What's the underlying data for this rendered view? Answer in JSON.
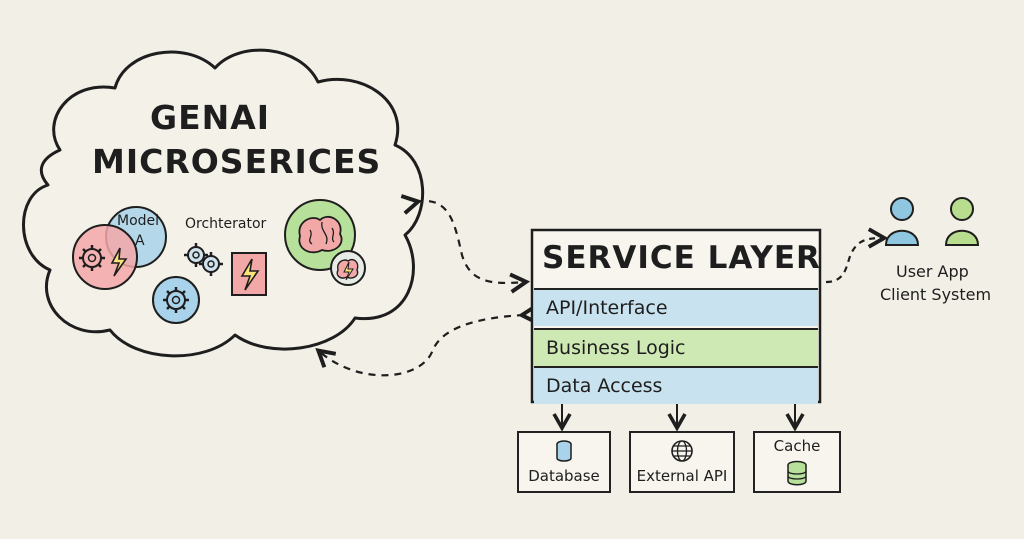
{
  "cloud": {
    "title_line1": "GENAI",
    "title_line2": "MICROSERICES",
    "model_label_line1": "Model",
    "model_label_line2": "A",
    "orchestrator_label": "Orchterator"
  },
  "service_layer": {
    "title": "SERVICE LAYER",
    "bands": [
      {
        "label": "API/Interface",
        "color": "#c9e2ef"
      },
      {
        "label": "Business Logic",
        "color": "#cfe9b5"
      },
      {
        "label": "Data Access",
        "color": "#c9e2ef"
      }
    ]
  },
  "clients": {
    "line1": "User App",
    "line2": "Client System",
    "user_colors": [
      "#8fc7e0",
      "#b9dd8f"
    ]
  },
  "stores": [
    {
      "label": "Database",
      "icon": "database-icon"
    },
    {
      "label": "External API",
      "icon": "globe-icon"
    },
    {
      "label": "Cache",
      "icon": "cache-stack-icon"
    }
  ],
  "colors": {
    "blue": "#9fd0e8",
    "green": "#b7e19a",
    "red": "#f3a8a8",
    "ink": "#1e1e1e"
  }
}
